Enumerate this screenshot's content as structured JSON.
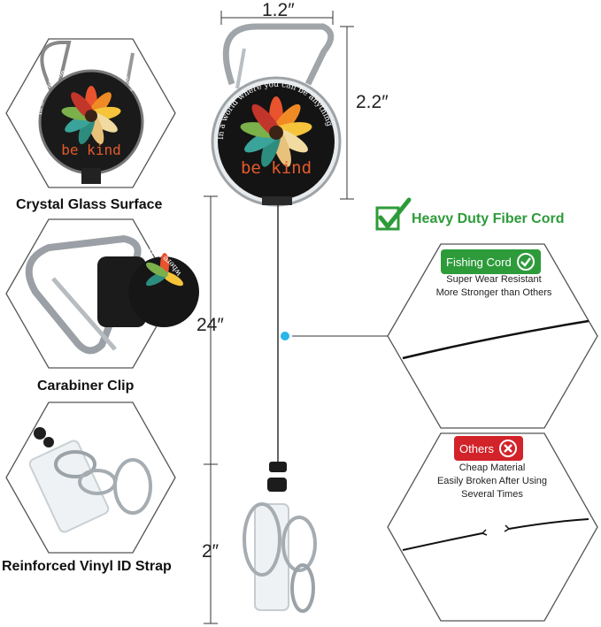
{
  "features": [
    {
      "label": "Crystal Glass Surface"
    },
    {
      "label": "Carabiner Clip"
    },
    {
      "label": "Reinforced Vinyl ID Strap"
    }
  ],
  "dimensions": {
    "width": "1.2″",
    "badge_height": "2.2″",
    "cord_length": "24″",
    "strap_length": "2″"
  },
  "badge_text": {
    "arc": "In a world where you can be anything",
    "main": "be kind"
  },
  "cord_section": {
    "heading": "Heavy Duty Fiber Cord",
    "fishing_tag": "Fishing Cord",
    "fishing_lines": [
      "Super Wear Resistant",
      "More Stronger than Others"
    ],
    "others_tag": "Others",
    "others_lines": [
      "Cheap Material",
      "Easily Broken After Using",
      "Several Times"
    ]
  },
  "colors": {
    "green": "#2e9b3a",
    "red": "#d2232a",
    "accent_dot": "#29b6e8"
  }
}
